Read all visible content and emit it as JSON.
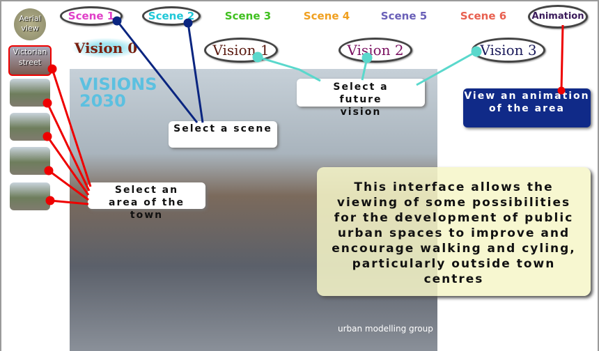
{
  "nav": {
    "aerial_view": "Aerial view",
    "victorian_street": "Victorian street",
    "animation": "Animation"
  },
  "scenes": [
    {
      "label": "Scene 1",
      "color": "#e040c8"
    },
    {
      "label": "Scene 2",
      "color": "#20c8d8"
    },
    {
      "label": "Scene 3",
      "color": "#40c020"
    },
    {
      "label": "Scene 4",
      "color": "#f0a020"
    },
    {
      "label": "Scene 5",
      "color": "#6a60b8"
    },
    {
      "label": "Scene 6",
      "color": "#e86050"
    }
  ],
  "visions": [
    {
      "label": "Vision 0",
      "color": "#7a2010"
    },
    {
      "label": "Vision 1",
      "color": "#5a1a10"
    },
    {
      "label": "Vision 2",
      "color": "#7a1060"
    },
    {
      "label": "Vision 3",
      "color": "#1a1a5a"
    }
  ],
  "callouts": {
    "scene": "Select a scene",
    "vision": "Select a future vision",
    "animation": "View an animation of the area",
    "area": "Select an area of the town"
  },
  "photo": {
    "logo": "VISIONS 2030",
    "credit": "urban modelling group"
  },
  "description": "This interface allows the viewing of some possibilities for the development of public urban spaces to improve and encourage walking and cyling, particularly outside town centres"
}
